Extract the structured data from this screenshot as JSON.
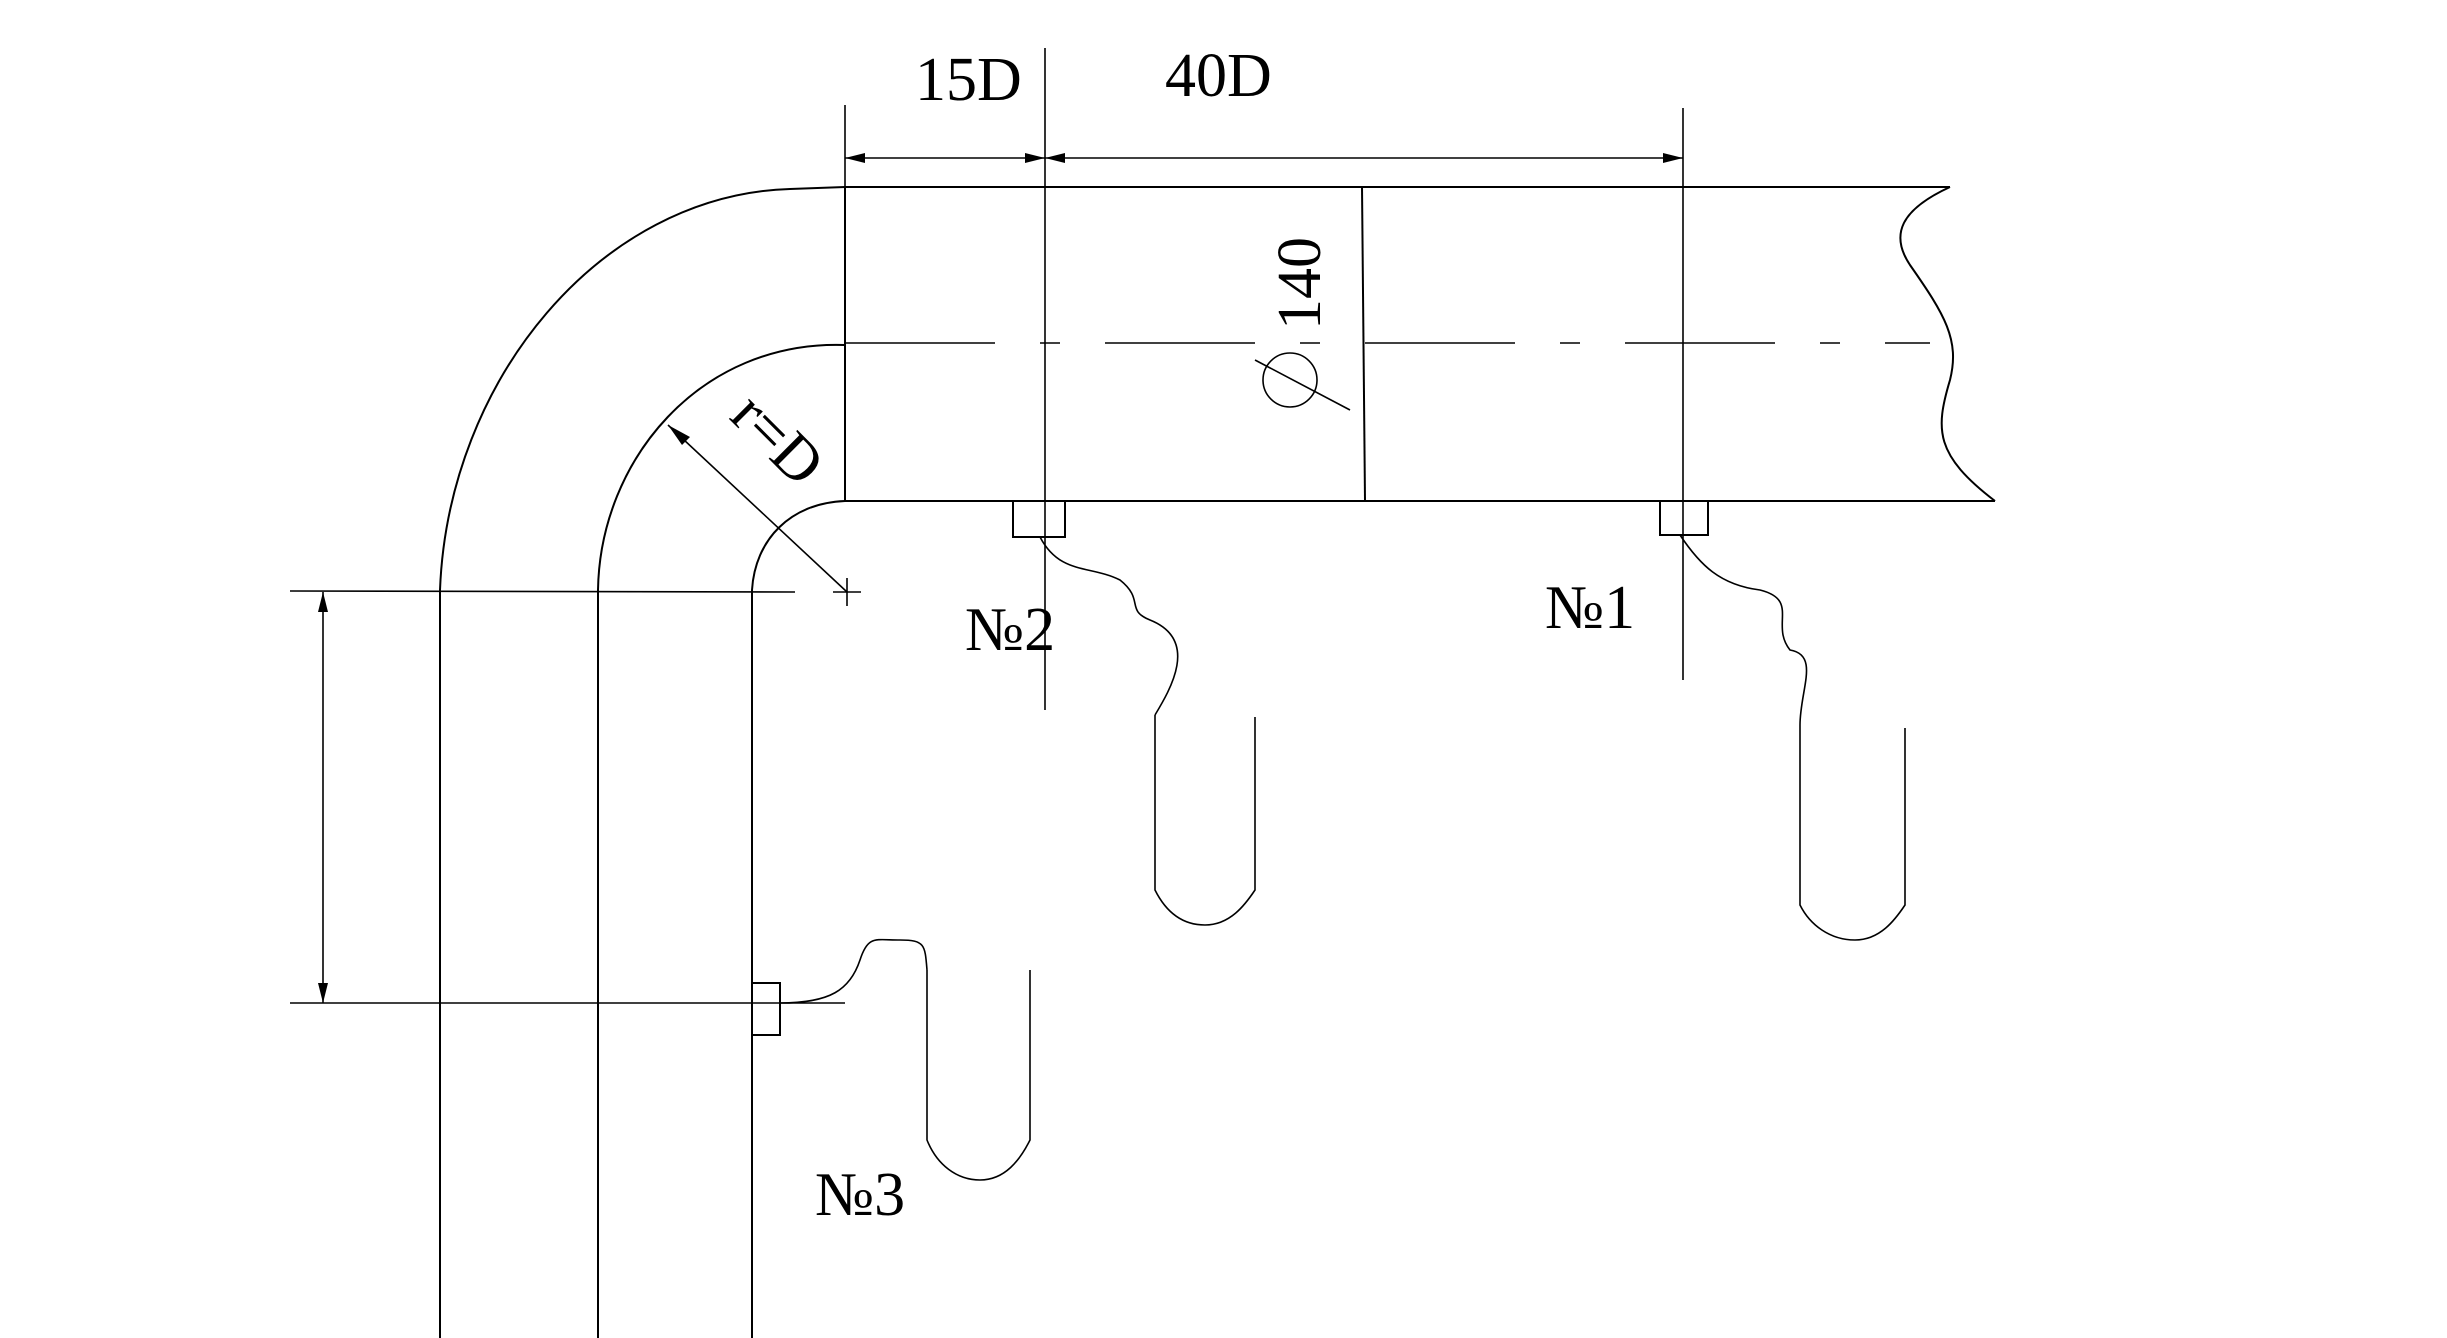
{
  "diagram": {
    "dimensions": {
      "left_segment": "15D",
      "right_segment": "40D",
      "diameter": "140",
      "bend_radius": "r=D"
    },
    "probes": [
      {
        "id": "1",
        "label": "№1"
      },
      {
        "id": "2",
        "label": "№2"
      },
      {
        "id": "3",
        "label": "№3"
      }
    ],
    "colors": {
      "line": "#000000",
      "background": "#ffffff"
    }
  }
}
